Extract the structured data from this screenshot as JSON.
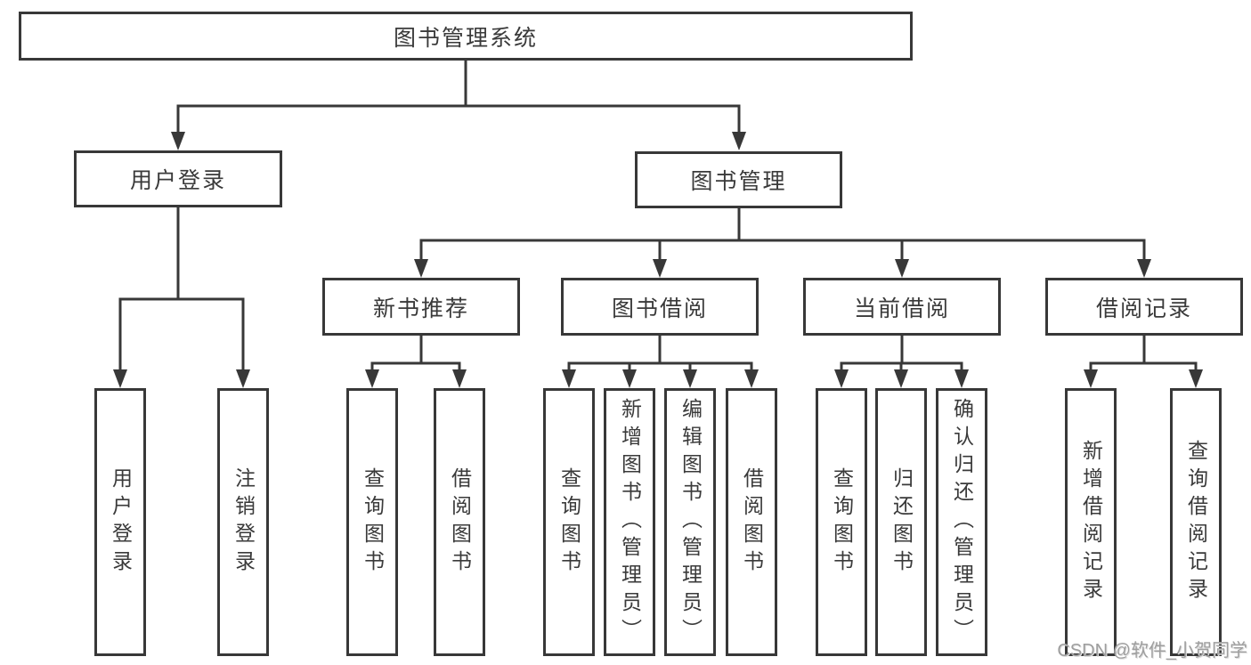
{
  "diagram": {
    "type": "hierarchy-tree",
    "tree": {
      "root": {
        "label": "图书管理系统",
        "children": [
          {
            "label": "用户登录",
            "children": [
              {
                "label": "用户登录"
              },
              {
                "label": "注销登录"
              }
            ]
          },
          {
            "label": "图书管理",
            "children": [
              {
                "label": "新书推荐",
                "children": [
                  {
                    "label": "查询图书"
                  },
                  {
                    "label": "借阅图书"
                  }
                ]
              },
              {
                "label": "图书借阅",
                "children": [
                  {
                    "label": "查询图书"
                  },
                  {
                    "label": "新增图书（管理员）"
                  },
                  {
                    "label": "编辑图书（管理员）"
                  },
                  {
                    "label": "借阅图书"
                  }
                ]
              },
              {
                "label": "当前借阅",
                "children": [
                  {
                    "label": "查询图书"
                  },
                  {
                    "label": "归还图书"
                  },
                  {
                    "label": "确认归还（管理员）"
                  }
                ]
              },
              {
                "label": "借阅记录",
                "children": [
                  {
                    "label": "新增借阅记录"
                  },
                  {
                    "label": "查询借阅记录"
                  }
                ]
              }
            ]
          }
        ]
      }
    },
    "colors": {
      "line": "#383838",
      "text": "#3a3a3a",
      "box_background": "#ffffff",
      "page_background": "#ffffff",
      "watermark": "#9e9e9e"
    }
  },
  "watermark": {
    "text": "CSDN @软件_小贺同学"
  }
}
